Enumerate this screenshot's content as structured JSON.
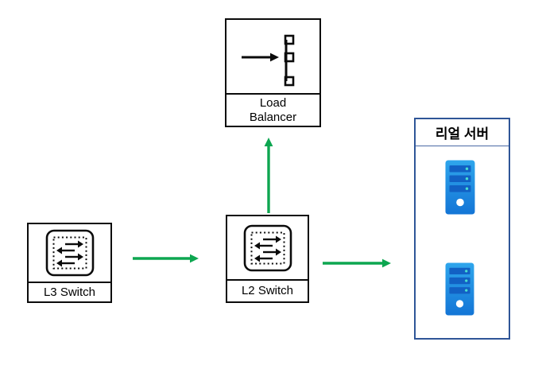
{
  "diagram": {
    "nodes": {
      "load_balancer": {
        "label_lines": [
          "Load",
          "Balancer"
        ]
      },
      "l3_switch": {
        "label": "L3 Switch"
      },
      "l2_switch": {
        "label": "L2 Switch"
      },
      "real_server": {
        "title": "리얼 서버",
        "server_count": 2
      }
    },
    "connections": [
      {
        "from": "l3_switch",
        "to": "l2_switch"
      },
      {
        "from": "l2_switch",
        "to": "load_balancer"
      },
      {
        "from": "l2_switch",
        "to": "real_server"
      }
    ],
    "colors": {
      "arrow_green": "#0DA650",
      "node_border": "#0b0b0b",
      "server_box_border": "#2F5597",
      "server_divider": "#4A69A5",
      "server_body_top": "#2FA6EC",
      "server_body_bottom": "#1375D6",
      "server_slot": "#1261C4",
      "server_dot": "#49E0CF"
    }
  }
}
